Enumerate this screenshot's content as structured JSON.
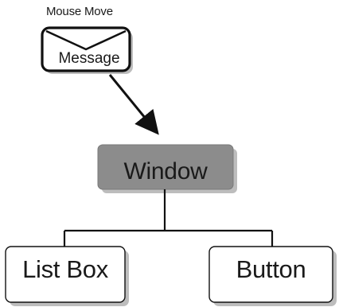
{
  "diagram": {
    "event_label": "Mouse Move",
    "message_label": "Message",
    "window_label": "Window",
    "listbox_label": "List Box",
    "button_label": "Button"
  },
  "colors": {
    "window_fill": "#8c8c8c",
    "box_fill": "#ffffff",
    "stroke": "#111111",
    "shadow": "#bdbdbd"
  },
  "icons": {
    "message": "envelope-icon"
  }
}
